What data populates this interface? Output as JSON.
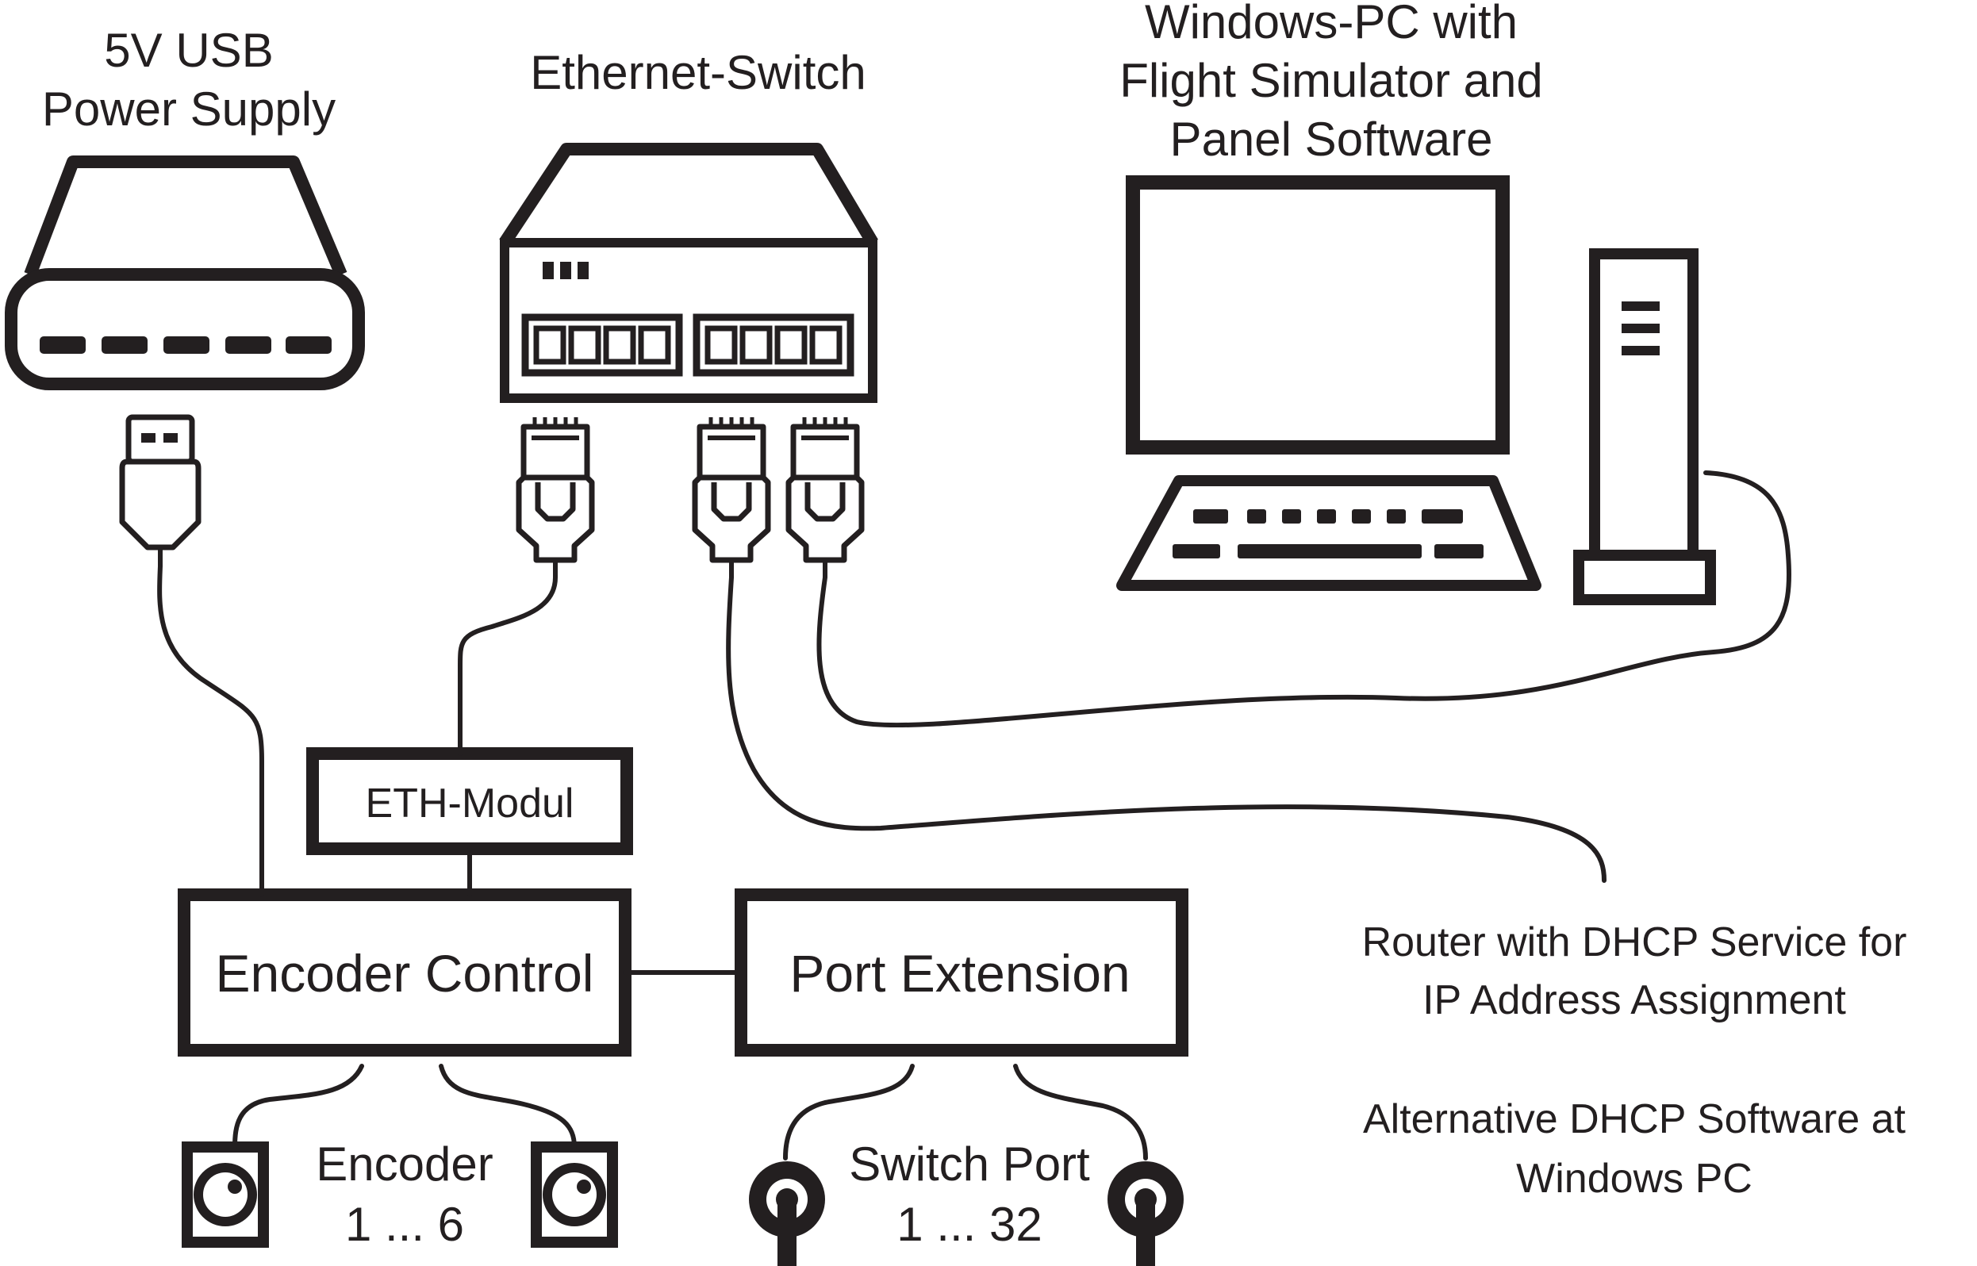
{
  "labels": {
    "power_supply_line1": "5V USB",
    "power_supply_line2": "Power Supply",
    "ethernet_switch": "Ethernet-Switch",
    "pc_line1": "Windows-PC with",
    "pc_line2": "Flight Simulator and",
    "pc_line3": "Panel Software",
    "eth_module": "ETH-Modul",
    "encoder_control": "Encoder Control",
    "port_extension": "Port Extension",
    "encoder_line1": "Encoder",
    "encoder_line2": "1 ... 6",
    "switch_port_line1": "Switch Port",
    "switch_port_line2": "1 ... 32",
    "router_line1": "Router with DHCP Service for",
    "router_line2": "IP Address Assignment",
    "alt_line1": "Alternative DHCP Software at",
    "alt_line2": "Windows PC"
  },
  "colors": {
    "ink": "#231f20",
    "background": "#ffffff"
  }
}
